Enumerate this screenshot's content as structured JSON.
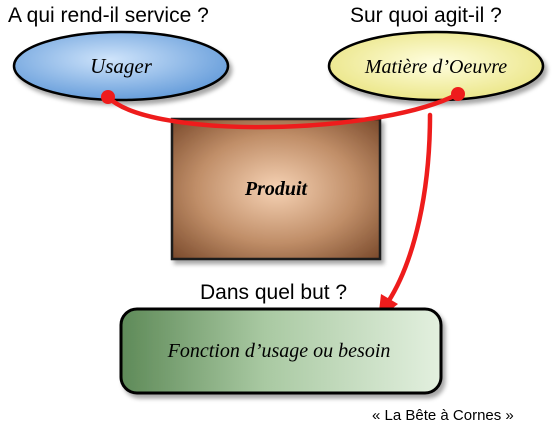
{
  "questions": {
    "who": "A qui rend-il service ?",
    "what": "Sur quoi agit-il ?",
    "why": "Dans quel but ?"
  },
  "nodes": {
    "usager": "Usager",
    "matiere": "Matière d’Oeuvre",
    "produit": "Produit",
    "fonction": "Fonction d’usage ou besoin"
  },
  "caption": "« La Bête à Cornes »",
  "colors": {
    "connector": "#ee1c1c",
    "usager_fill": "#7fb2e8",
    "matiere_fill": "#f4f29c",
    "produit_fill": "#9a6a48",
    "fonction_fill": "#7ea476"
  }
}
